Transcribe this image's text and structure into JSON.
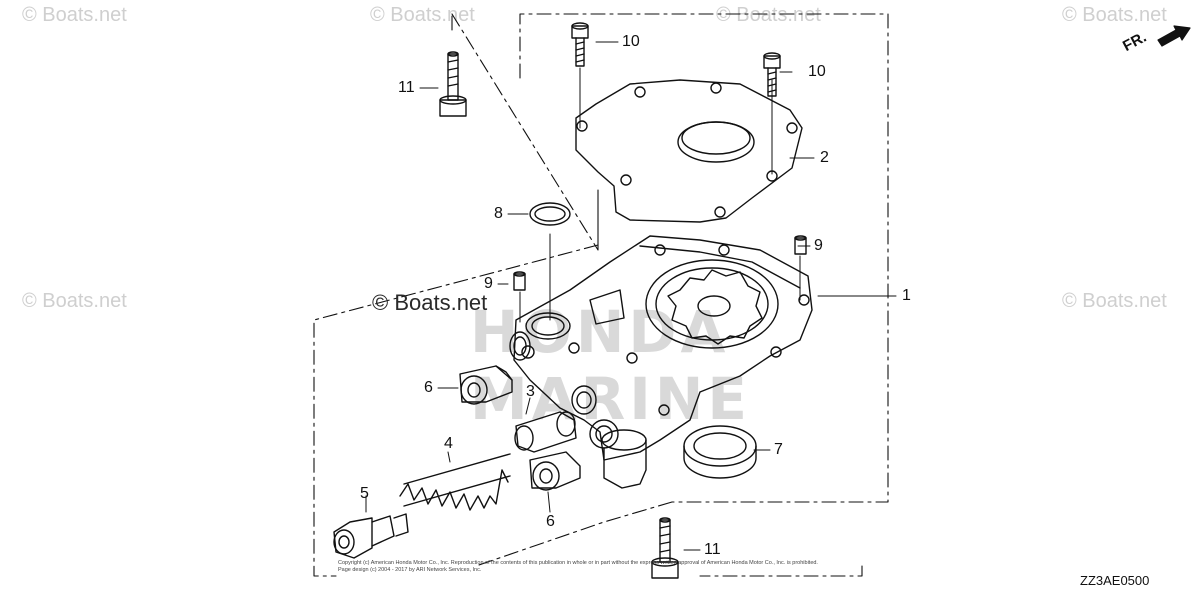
{
  "watermarks": {
    "tile": "© Boats.net",
    "center": "© Boats.net"
  },
  "diagram_code": "ZZ3AE0500",
  "direction_label": "FR.",
  "ghost_brand": {
    "line1": "HONDA",
    "line2": "MARINE"
  },
  "copyright": "Copyright (c) American Honda Motor Co., Inc. Reproduction of the contents of this publication in whole or in part without the express written approval of American Honda Motor Co., Inc. is prohibited.",
  "copyright_line2": "Page design (c) 2004 - 2017 by ARI Network Services, Inc.",
  "callouts": {
    "c1": "1",
    "c2": "2",
    "c3": "3",
    "c4": "4",
    "c5": "5",
    "c6a": "6",
    "c6b": "6",
    "c7": "7",
    "c8": "8",
    "c9a": "9",
    "c9b": "9",
    "c10a": "10",
    "c10b": "10",
    "c11a": "11",
    "c11b": "11"
  },
  "colors": {
    "line": "#111111",
    "watermark": "#cfcfcf"
  }
}
